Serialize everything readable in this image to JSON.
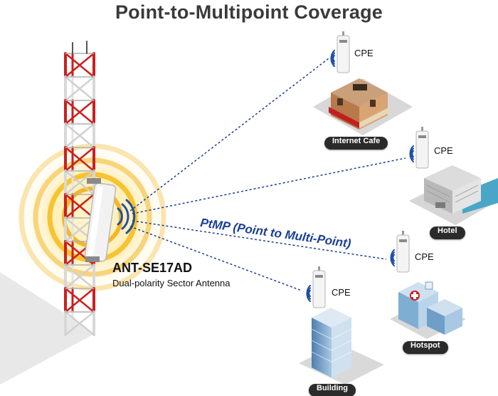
{
  "title": "Point-to-Multipoint Coverage",
  "ptmp_label": "PtMP (Point to Multi-Point)",
  "antenna": {
    "model": "ANT-SE17AD",
    "description": "Dual-polarity Sector Antenna"
  },
  "cpe_label": "CPE",
  "sites": [
    {
      "name": "Internet Cafe"
    },
    {
      "name": "Hotel"
    },
    {
      "name": "Hotspot"
    },
    {
      "name": "Building"
    }
  ],
  "colors": {
    "link_line": "#1c3f95",
    "tower_red": "#cc1e1e",
    "coverage_glow": "#f5b400",
    "badge_bg": "#2b2b2b"
  }
}
